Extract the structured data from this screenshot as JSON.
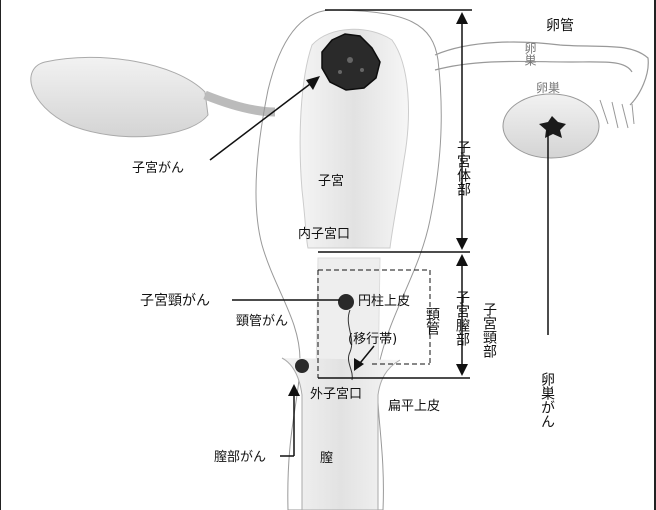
{
  "labels": {
    "uterine_cancer": "子宮がん",
    "uterus": "子宮",
    "internal_os": "内子宮口",
    "cervical_cancer": "子宮頸がん",
    "cervical_canal_cancer": "頸管がん",
    "columnar_epithelium": "円柱上皮",
    "transformation_zone": "(移行帯)",
    "external_os": "外子宮口",
    "squamous_epithelium": "扁平上皮",
    "vaginal_cancer": "膣部がん",
    "vagina": "膣",
    "ovarian_cancer": "卵巣がん",
    "oviduct": "卵管",
    "ovary_upper": "卵巣",
    "ovary_right": "卵巣"
  },
  "vertical_labels": {
    "uterine_body": "子宮体部",
    "cervical_canal": "頸管",
    "vaginal_portion": "子宮膣部",
    "cervix": "子宮頸部",
    "ovarian_cancer": "卵巣がん"
  },
  "colors": {
    "tumor": "#2a2a2a",
    "tumor_edge": "#0d0d0d",
    "tissue": "#e8e8e8",
    "tissue_dark": "#c8c8c8",
    "ink": "#111111"
  }
}
